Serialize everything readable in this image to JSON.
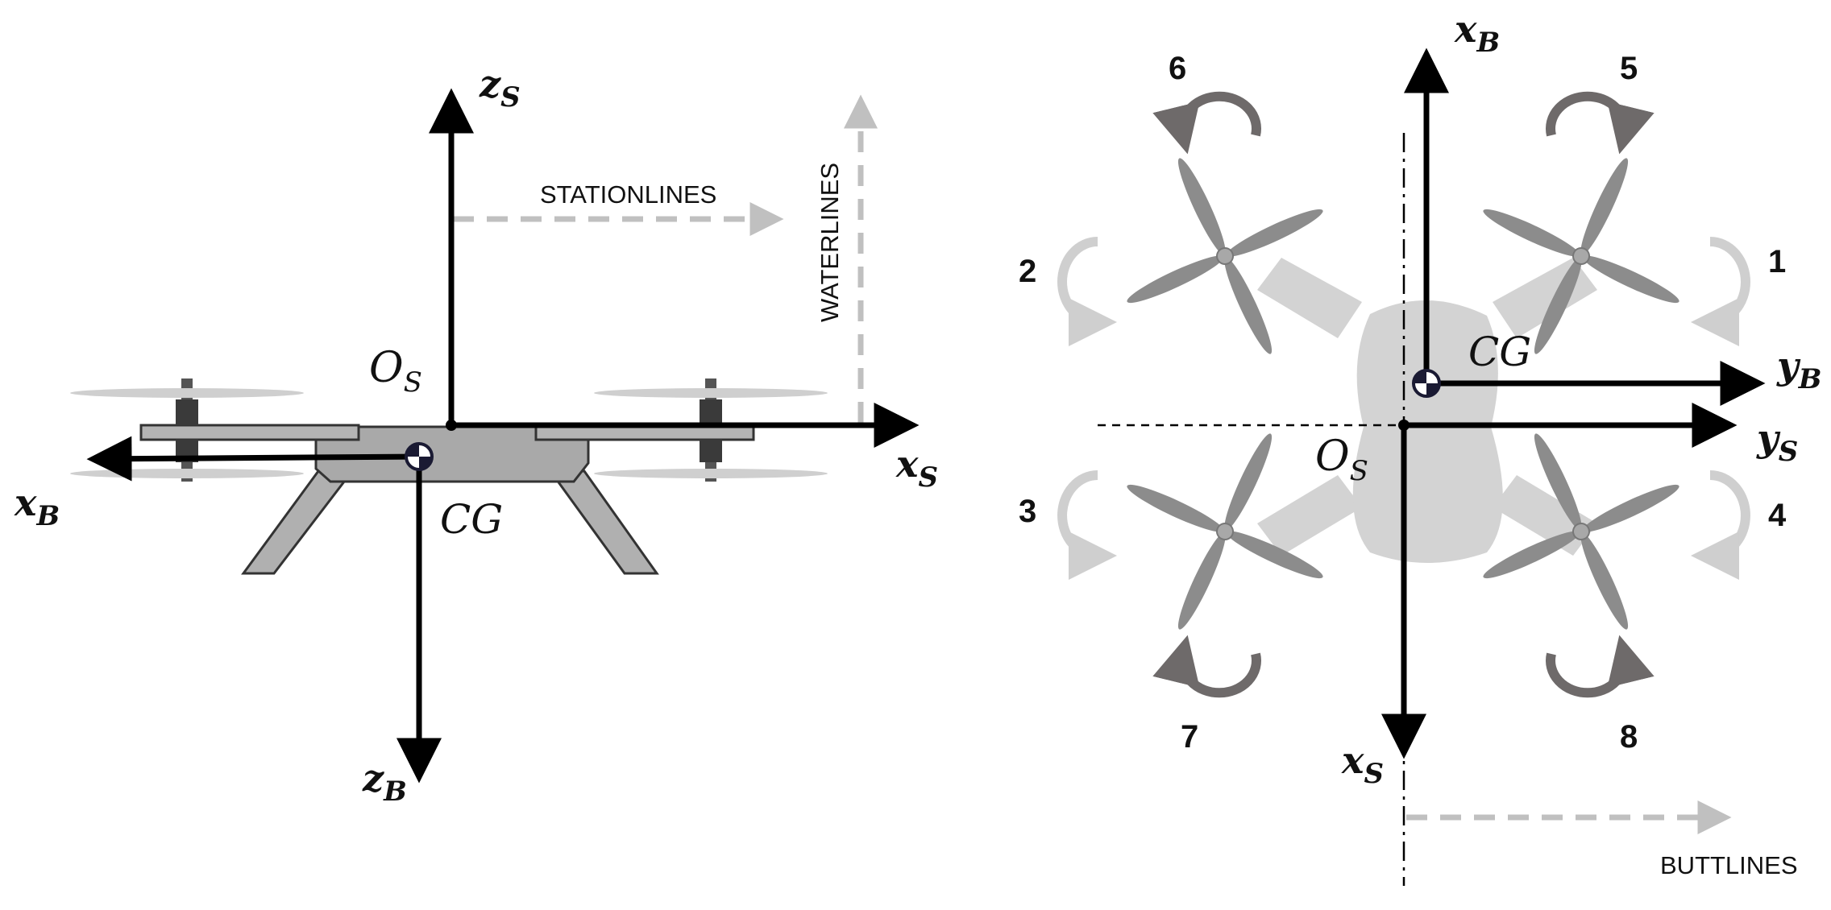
{
  "colors": {
    "axis": "#000000",
    "ref_lines": "#c0c0c0",
    "drone_body": "#d3d3d3",
    "frame": "#b0b0b0",
    "prop_dark": "#888888",
    "rotation_dark": "#6e6a6a",
    "rotation_light": "#cfcfcf"
  },
  "side_view": {
    "zS_base": "z",
    "zS_sub": "S",
    "xS_base": "x",
    "xS_sub": "S",
    "xB_base": "x",
    "xB_sub": "B",
    "zB_base": "z",
    "zB_sub": "B",
    "OS_base": "O",
    "OS_sub": "S",
    "cg_label": "CG",
    "stationlines_label": "STATIONLINES",
    "waterlines_label": "WATERLINES"
  },
  "top_view": {
    "xB_base": "x",
    "xB_sub": "B",
    "yB_base": "y",
    "yB_sub": "B",
    "yS_base": "y",
    "yS_sub": "S",
    "xS_base": "x",
    "xS_sub": "S",
    "OS_base": "O",
    "OS_sub": "S",
    "cg_label": "CG",
    "buttlines_label": "BUTTLINES",
    "rotor_numbers": [
      "1",
      "2",
      "3",
      "4",
      "5",
      "6",
      "7",
      "8"
    ],
    "rotation_icons": [
      "rotor-1-rotation",
      "rotor-2-rotation",
      "rotor-3-rotation",
      "rotor-4-rotation",
      "rotor-5-rotation",
      "rotor-6-rotation",
      "rotor-7-rotation",
      "rotor-8-rotation"
    ]
  }
}
